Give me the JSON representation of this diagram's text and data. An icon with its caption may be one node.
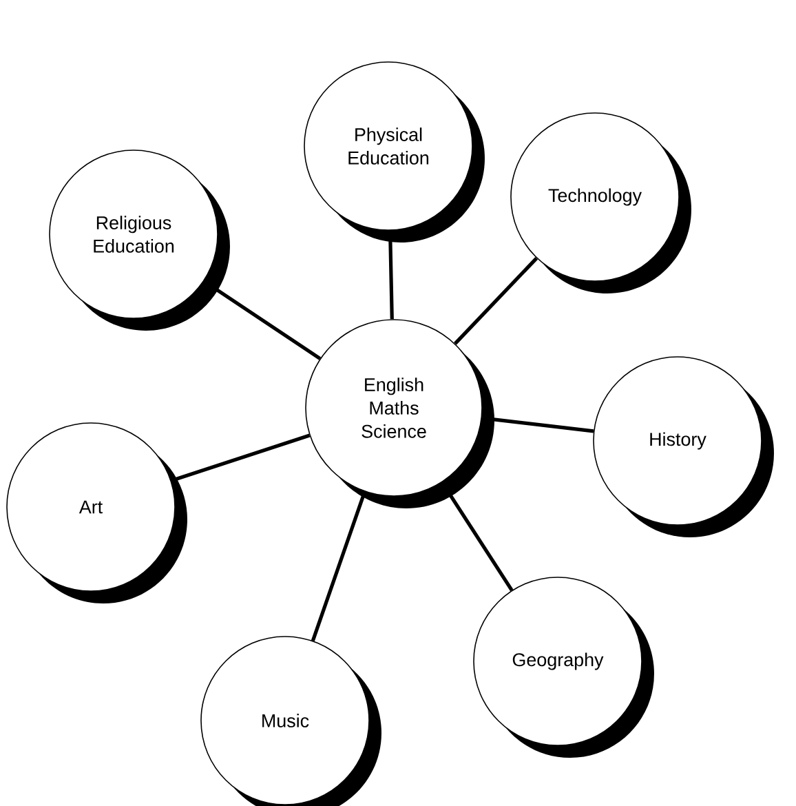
{
  "diagram": {
    "nodes": [
      {
        "text": [
          "English Maths Science"
        ]
      },
      {
        "text": [
          "Physical Education"
        ]
      },
      {
        "text": [
          "Technology"
        ]
      },
      {
        "text": [
          "Religious Education"
        ]
      },
      {
        "text": [
          "History"
        ]
      },
      {
        "text": [
          "Art"
        ]
      },
      {
        "text": [
          "Geography"
        ]
      },
      {
        "text": [
          "Music"
        ]
      }
    ],
    "edges": [
      {
        "from": 0,
        "to": 1,
        "arrow": "none"
      },
      {
        "from": 0,
        "to": 2,
        "arrow": "none"
      },
      {
        "from": 0,
        "to": 3,
        "arrow": "none"
      },
      {
        "from": 0,
        "to": 4,
        "arrow": "none"
      },
      {
        "from": 0,
        "to": 5,
        "arrow": "none"
      },
      {
        "from": 0,
        "to": 6,
        "arrow": "none"
      },
      {
        "from": 0,
        "to": 7,
        "arrow": "none"
      }
    ]
  }
}
